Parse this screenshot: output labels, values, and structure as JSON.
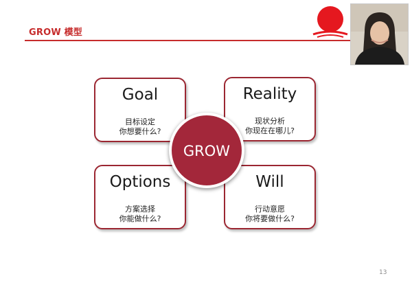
{
  "slide": {
    "title": "GROW 模型",
    "page_number": "13"
  },
  "cards": {
    "goal": {
      "title": "Goal",
      "line1": "目标设定",
      "line2": "你想要什么?"
    },
    "reality": {
      "title": "Reality",
      "line1": "现状分析",
      "line2": "你现在在哪儿?"
    },
    "options": {
      "title": "Options",
      "line1": "方案选择",
      "line2": "你能做什么?"
    },
    "will": {
      "title": "Will",
      "line1": "行动意愿",
      "line2": "你将要做什么?"
    }
  },
  "center": {
    "label": "GROW"
  },
  "colors": {
    "accent": "#c62b2b",
    "card_border": "#9b2631",
    "circle_fill": "#a3273a"
  },
  "icons": {
    "logo": "red-sun-logo",
    "video": "participant-video-thumbnail"
  }
}
